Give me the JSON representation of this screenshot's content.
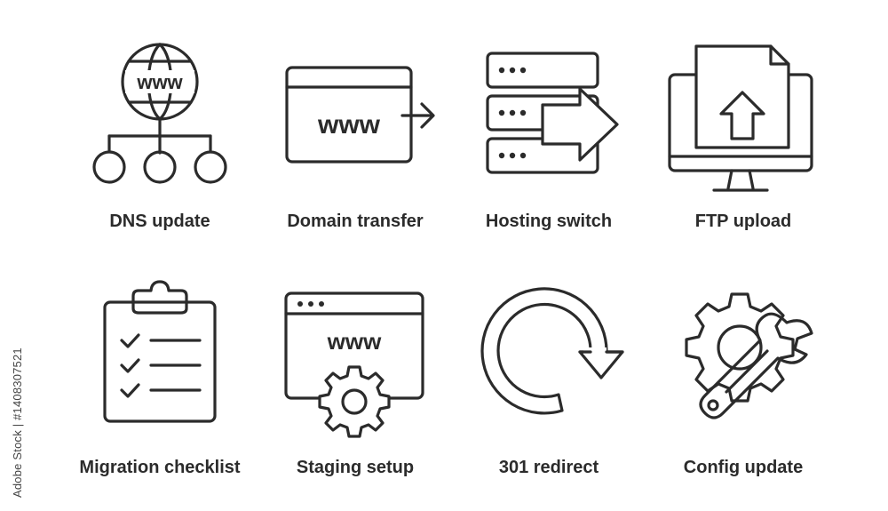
{
  "icons": [
    {
      "label": "DNS update",
      "glyph": "www",
      "icon": "globe-network-icon"
    },
    {
      "label": "Domain transfer",
      "glyph": "www",
      "icon": "browser-arrow-icon"
    },
    {
      "label": "Hosting switch",
      "icon": "server-arrow-icon"
    },
    {
      "label": "FTP upload",
      "icon": "monitor-upload-icon"
    },
    {
      "label": "Migration checklist",
      "icon": "clipboard-checklist-icon"
    },
    {
      "label": "Staging setup",
      "glyph": "www",
      "icon": "browser-gear-icon"
    },
    {
      "label": "301 redirect",
      "icon": "circular-arrow-icon"
    },
    {
      "label": "Config update",
      "icon": "gear-wrench-icon"
    }
  ],
  "watermark": {
    "credit": "Adobe Stock | #1408307521"
  },
  "colors": {
    "stroke": "#2b2b2b",
    "background": "#ffffff"
  }
}
